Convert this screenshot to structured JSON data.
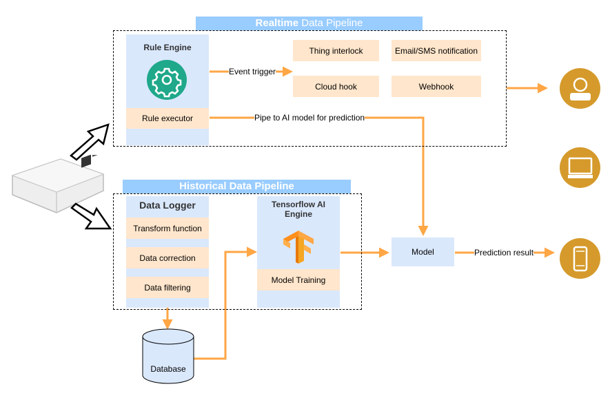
{
  "realtime": {
    "banner_bold": "Realtime",
    "banner_rest": " Data Pipeline",
    "rule_engine_title": "Rule Engine",
    "rule_executor": "Rule executor",
    "event_trigger": "Event trigger",
    "thing_interlock": "Thing interlock",
    "email_sms": "Email/SMS notification",
    "cloud_hook": "Cloud hook",
    "webhook": "Webhook",
    "pipe_label": "Pipe to AI model for prediction"
  },
  "historical": {
    "banner": "Historical Data Pipeline",
    "logger_title": "Data Logger",
    "transform": "Transform function",
    "correction": "Data correction",
    "filtering": "Data filtering",
    "tf_title": "Tensorflow AI Engine",
    "training": "Model Training"
  },
  "database": "Database",
  "model": "Model",
  "prediction_result": "Prediction result",
  "colors": {
    "arrow": "#ffa645",
    "banner": "#99ccff",
    "panel": "#dae8fc",
    "box": "#ffe6cc",
    "device_circle": "#d59a2b",
    "gear": "#1fa88a",
    "tensorflow": "#ff8f1c"
  },
  "icons": [
    "gear-icon",
    "tensorflow-icon",
    "sensor-device-icon",
    "user-icon",
    "monitor-icon",
    "smartphone-icon",
    "outline-arrow-icon"
  ]
}
